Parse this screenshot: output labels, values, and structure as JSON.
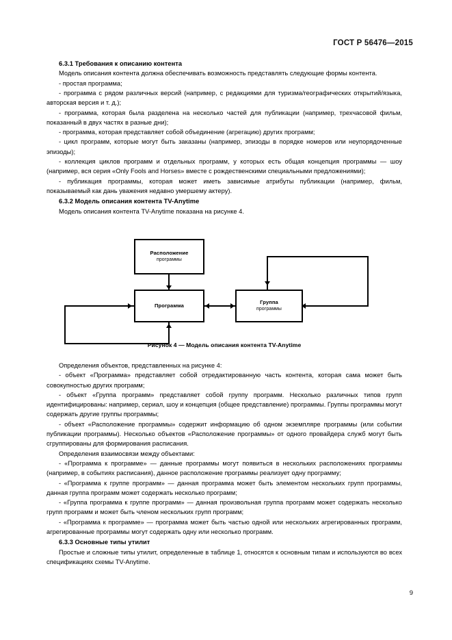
{
  "document": {
    "header": "ГОСТ Р 56476—2015",
    "page_number": "9"
  },
  "sections": {
    "s631": {
      "heading": "6.3.1 Требования к описанию контента",
      "intro": "Модель описания контента должна обеспечивать возможность представлять следующие формы контента.",
      "items": [
        "- простая программа;",
        "- программа с рядом различных версий (например, с редакциями для туризма/географических открытий/языка, авторская версия и т. д.);",
        "- программа, которая была разделена на несколько частей для публикации (например, трехчасовой фильм, показанный в двух частях в разные дни);",
        "- программа, которая представляет собой объединение (агрегацию) других программ;",
        "- цикл программ, которые могут быть заказаны (например, эпизоды в порядке номеров или неупорядоченные эпизоды);",
        "- коллекция циклов программ и отдельных программ, у которых есть общая концепция программы — шоу (например, вся серия «Only Fools and Horses» вместе с рождественскими специальными предложениями);",
        "- публикация программы, которая может иметь зависимые атрибуты публикации (например, фильм, показываемый как дань уважения недавно умершему актеру)."
      ]
    },
    "s632": {
      "heading": "6.3.2 Модель описания контента TV-Anytime",
      "intro": "Модель описания контента TV-Anytime показана на рисунке 4.",
      "objects_lead": "Определения объектов, представленных на рисунке 4:",
      "object_items": [
        "- объект «Программа» представляет собой отредактированную часть контента, которая сама может быть совокупностью других программ;",
        "- объект «Группа программ» представляет собой группу программ. Несколько различных типов групп идентифицированы: например, сериал, шоу и концепция (общее представление) программы. Группы программы могут содержать другие группы программы;",
        "- объект «Расположение программы» содержит информацию об одном экземпляре программы (или событии публикации программы). Несколько объектов «Расположение программы» от одного провайдера служб могут быть сгруппированы для формирования расписания."
      ],
      "relations_lead": "Определения взаимосвязи между объектами:",
      "relation_items": [
        "- «Программа к программе» — данные программы могут появиться в нескольких расположениях программы (например, в событиях расписания), данное расположение программы реализует одну программу;",
        "- «Программа к группе программ» — данная программа может быть элементом нескольких групп программы, данная группа программ может содержать несколько программ;",
        "- «Группа программа к группе программ» — данная произвольная группа программ может содержать несколько групп программ и может быть членом нескольких групп программ;",
        "- «Программа к программе» — программа может быть частью одной или нескольких агрегированных программ, агрегированные программы могут содержать одну или несколько программ."
      ]
    },
    "s633": {
      "heading": "6.3.3 Основные типы утилит",
      "intro": "Простые и сложные типы утилит, определенные в таблице 1, относятся к основным типам и используются во всех спецификациях схемы TV-Anytime."
    }
  },
  "figure": {
    "caption": "Рисунок 4 — Модель описания контента TV-Anytime",
    "nodes": {
      "location": {
        "line1": "Расположение",
        "line2": "программы"
      },
      "program": {
        "line1": "Программа",
        "line2": ""
      },
      "group": {
        "line1": "Группа",
        "line2": "программы"
      }
    }
  }
}
